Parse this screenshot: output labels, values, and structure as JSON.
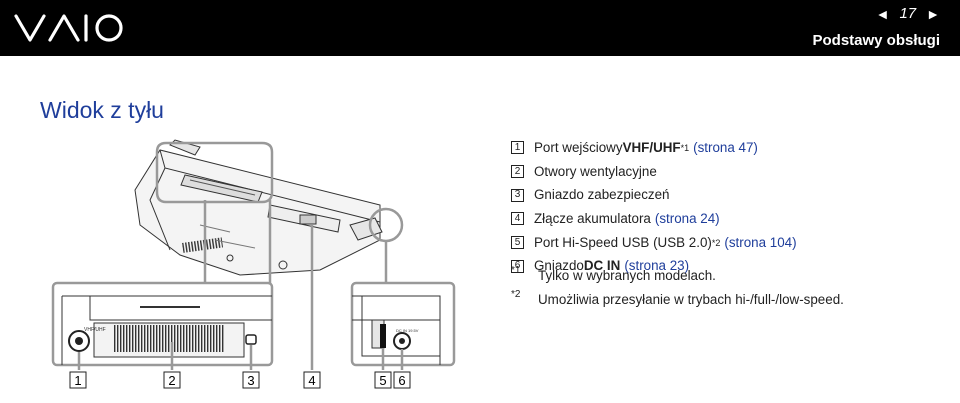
{
  "header": {
    "page_number": "17",
    "prev_arrow": "◄",
    "next_arrow": "►",
    "section": "Podstawy obsługi",
    "logo_name": "vaio-logo"
  },
  "title": "Widok z tyłu",
  "legend": [
    {
      "num": "1",
      "pre": "Port wejściowy ",
      "bold": "VHF/UHF",
      "sup": "*1",
      "link": "(strona 47)"
    },
    {
      "num": "2",
      "pre": "Otwory wentylacyjne"
    },
    {
      "num": "3",
      "pre": "Gniazdo zabezpieczeń"
    },
    {
      "num": "4",
      "pre": "Złącze akumulatora",
      "link": "(strona 24)"
    },
    {
      "num": "5",
      "pre": "Port Hi-Speed USB (USB 2.0)",
      "sup": "*2",
      "link": "(strona 104)"
    },
    {
      "num": "6",
      "pre": "Gniazdo ",
      "bold": "DC IN",
      "link": "(strona 23)"
    }
  ],
  "notes": [
    {
      "mark": "*1",
      "text": "Tylko w wybranych modelach."
    },
    {
      "mark": "*2",
      "text": "Umożliwia przesyłanie w trybach hi-/full-/low-speed."
    }
  ],
  "callouts": [
    "1",
    "2",
    "3",
    "4",
    "5",
    "6"
  ],
  "port_labels": {
    "vhf": "VHF/UHF",
    "dc": "DC IN 19.5V"
  }
}
